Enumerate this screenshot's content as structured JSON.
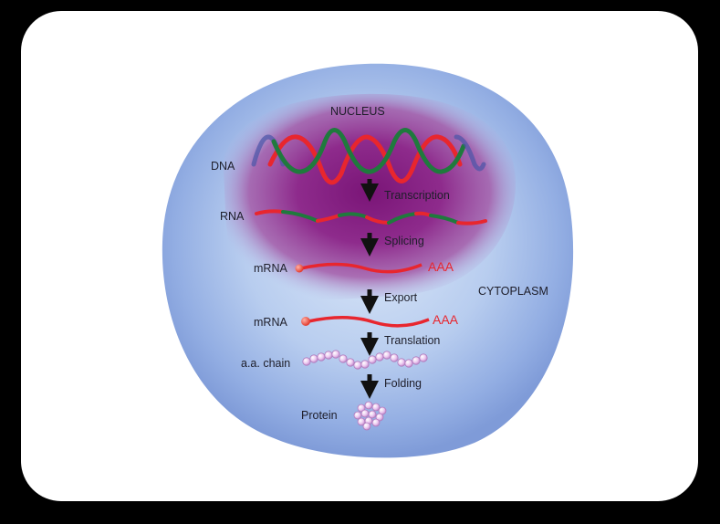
{
  "regions": {
    "nucleus": "NUCLEUS",
    "cytoplasm": "CYTOPLASM"
  },
  "molecules": {
    "dna": "DNA",
    "rna": "RNA",
    "mrna_nuclear": "mRNA",
    "mrna_cytoplasmic": "mRNA",
    "aa_chain": "a.a. chain",
    "protein": "Protein",
    "polya_tail_1": "AAA",
    "polya_tail_2": "AAA"
  },
  "steps": [
    "Transcription",
    "Splicing",
    "Export",
    "Translation",
    "Folding"
  ],
  "colors": {
    "background": "#000000",
    "card": "#ffffff",
    "cell": "#9db7e8",
    "nucleus": "#8a1f86",
    "strand_red": "#e8262e",
    "strand_green": "#1f7a3d",
    "strand_blue": "#4a55a8",
    "arrow": "#111111",
    "bead": "#e7c5ec"
  }
}
